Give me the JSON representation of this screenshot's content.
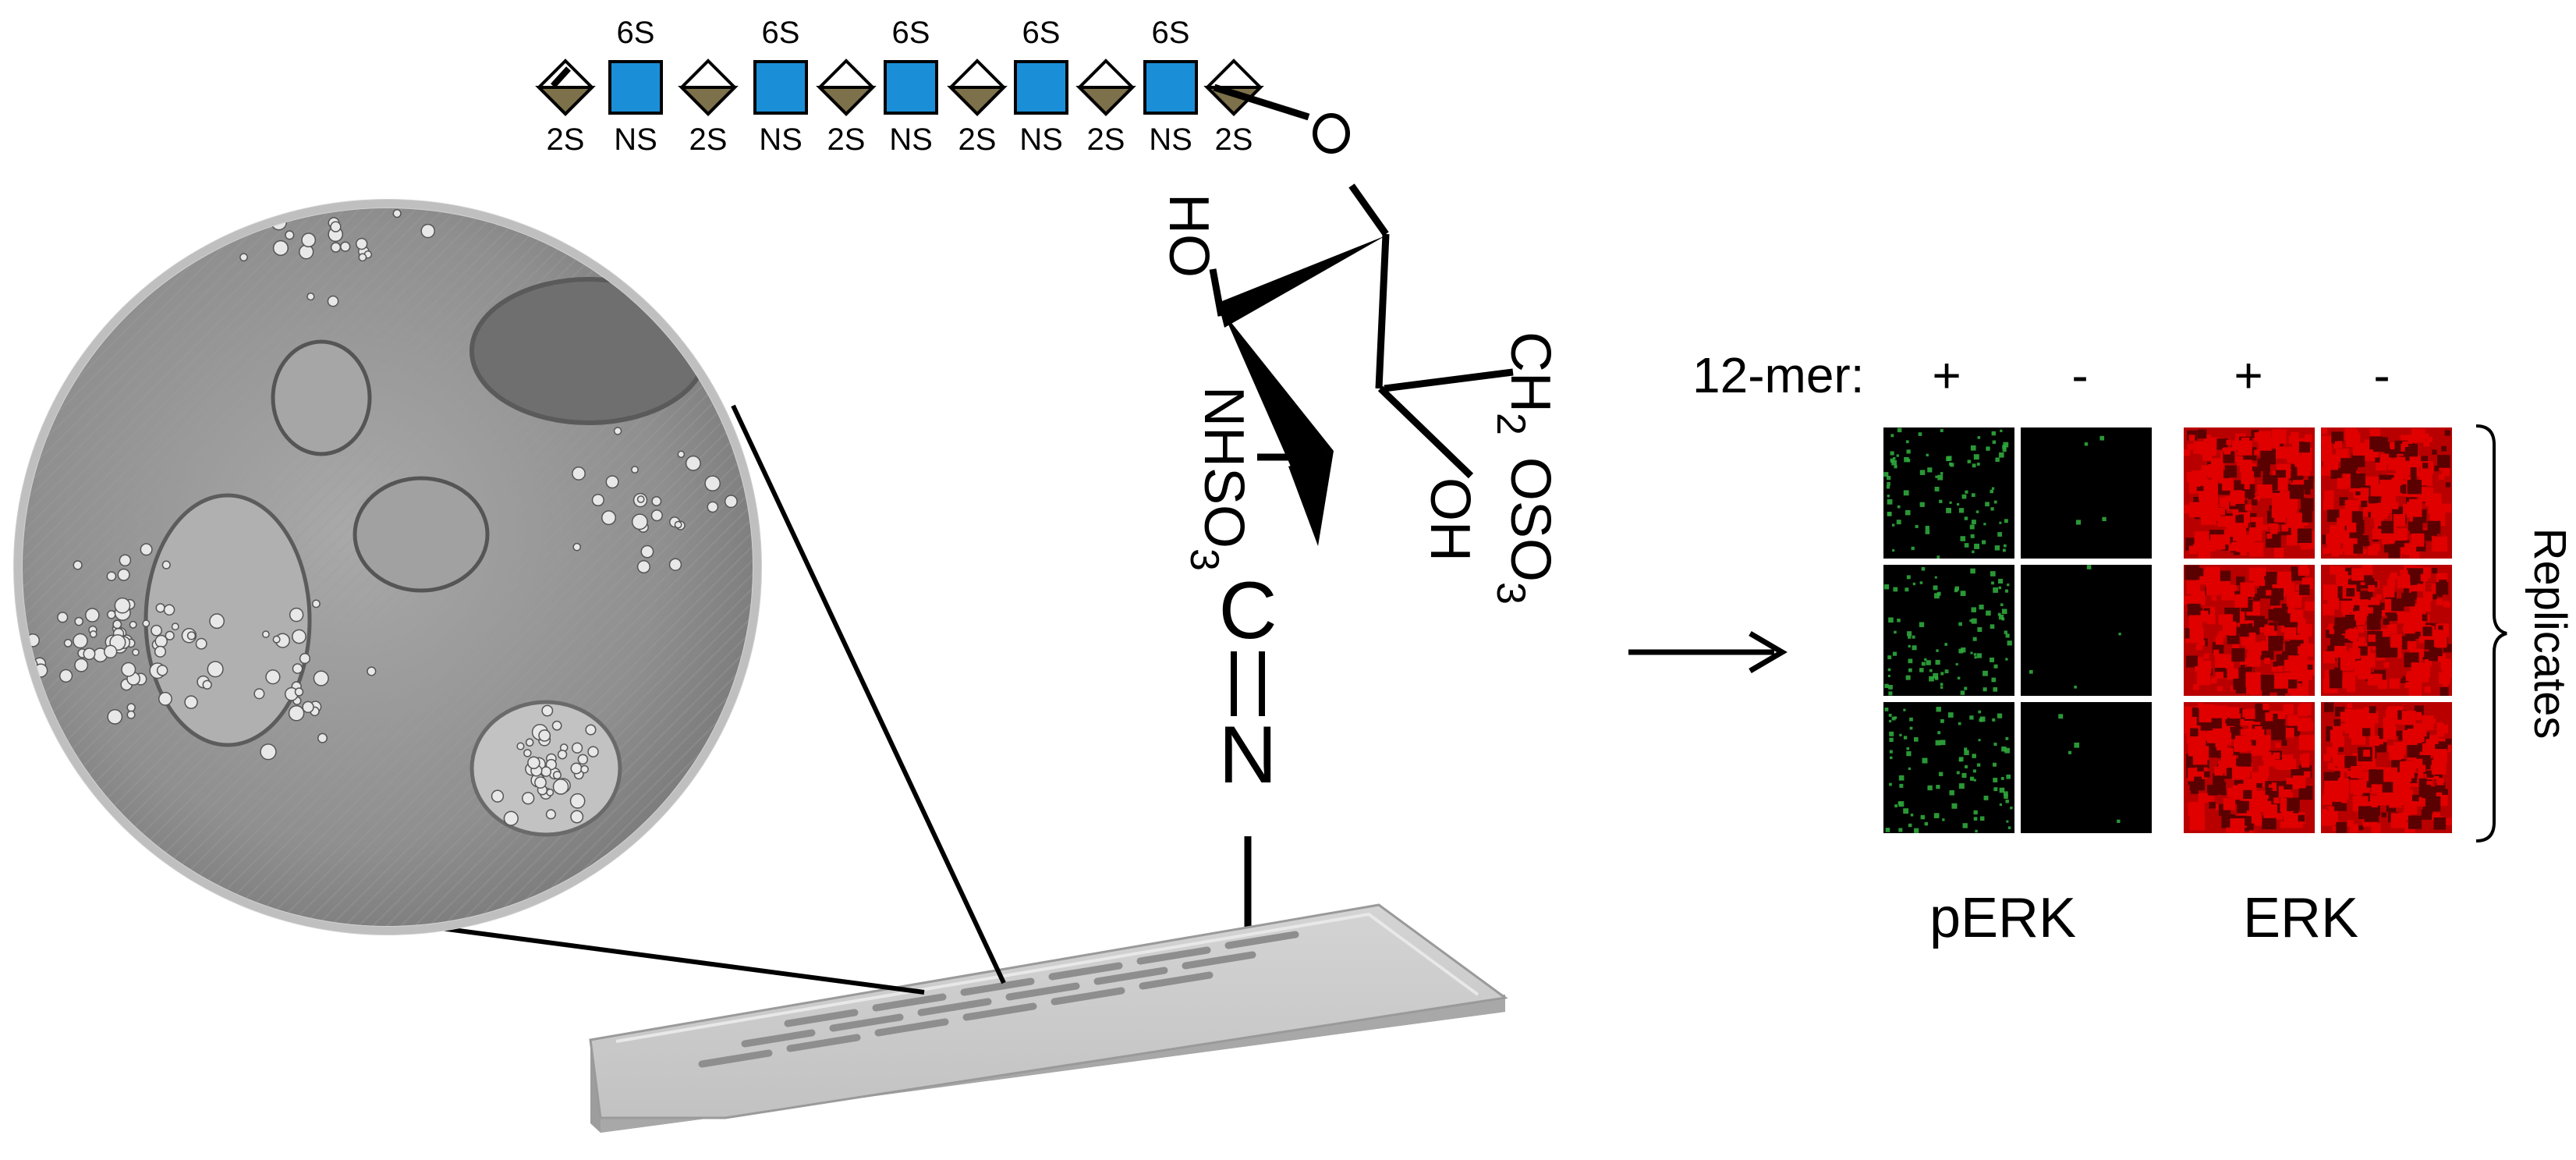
{
  "glycan": {
    "residues": [
      {
        "shape": "diamond",
        "top": "",
        "bottom": "2S",
        "terminal": true
      },
      {
        "shape": "square",
        "top": "6S",
        "bottom": "NS"
      },
      {
        "shape": "diamond",
        "top": "",
        "bottom": "2S"
      },
      {
        "shape": "square",
        "top": "6S",
        "bottom": "NS"
      },
      {
        "shape": "diamond",
        "top": "",
        "bottom": "2S"
      },
      {
        "shape": "square",
        "top": "6S",
        "bottom": "NS"
      },
      {
        "shape": "diamond",
        "top": "",
        "bottom": "2S"
      },
      {
        "shape": "square",
        "top": "6S",
        "bottom": "NS"
      },
      {
        "shape": "diamond",
        "top": "",
        "bottom": "2S"
      },
      {
        "shape": "square",
        "top": "6S",
        "bottom": "NS"
      },
      {
        "shape": "diamond",
        "top": "",
        "bottom": "2S"
      }
    ],
    "linkage_label": "O"
  },
  "structure": {
    "ho": "HO",
    "nhso3_main": "NHSO",
    "nhso3_sub": "3",
    "ch2_main": "CH",
    "ch2_sub": "2",
    "oso3_main": "OSO",
    "oso3_sub": "3",
    "oh": "OH",
    "c": "C",
    "n": "N"
  },
  "results": {
    "header_label": "12-mer:",
    "conditions": [
      "+",
      "-",
      "+",
      "-"
    ],
    "panels": [
      {
        "label": "pERK",
        "stain_color": "#2fa83c",
        "signal": [
          "+",
          "-"
        ]
      },
      {
        "label": "ERK",
        "stain_color": "#e00000",
        "signal": [
          "+",
          "+"
        ]
      }
    ],
    "replicates_label": "Replicates"
  },
  "colors": {
    "glcns_square": "#1a8fd8",
    "iduA_diamond_dark": "#7d714b",
    "iduA_diamond_light": "#ffffff"
  }
}
